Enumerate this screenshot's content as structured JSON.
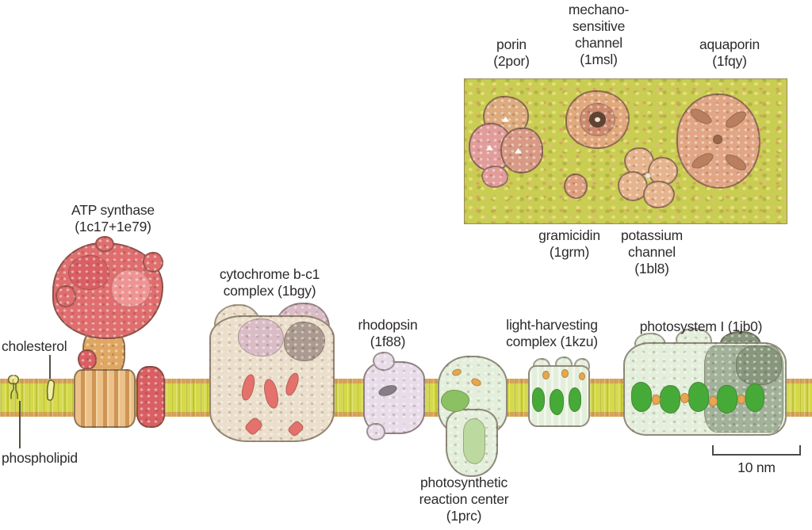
{
  "side_view": {
    "molecule_labels": {
      "cholesterol": "cholesterol",
      "phospholipid": "phospholipid"
    },
    "protein_labels": {
      "atp_synthase": [
        "ATP synthase",
        "(1c17+1e79)"
      ],
      "cytochrome_bc1": [
        "cytochrome b-c1",
        "complex (1bgy)"
      ],
      "rhodopsin": [
        "rhodopsin",
        "(1f88)"
      ],
      "photosynthetic_reaction_center": [
        "photosynthetic",
        "reaction center",
        "(1prc)"
      ],
      "light_harvesting_complex": [
        "light-harvesting",
        "complex (1kzu)"
      ],
      "photosystem_i": [
        "photosystem I (1jb0)"
      ]
    },
    "scale_bar_label": "10 nm"
  },
  "inset": {
    "protein_labels": {
      "porin": [
        "porin",
        "(2por)"
      ],
      "mechanosensitive_channel": [
        "mechano-",
        "sensitive",
        "channel",
        "(1msl)"
      ],
      "aquaporin": [
        "aquaporin",
        "(1fqy)"
      ],
      "gramicidin": [
        "gramicidin",
        "(1grm)"
      ],
      "potassium_channel": [
        "potassium",
        "channel",
        "(1bl8)"
      ]
    }
  },
  "colors": {
    "membrane_core": "#d5d94b",
    "membrane_head_groups": "#d7a257",
    "inset_background": "#c9cd53",
    "atp_synthase_head": "#e06e6e",
    "atp_synthase_stalk": "#e0a763",
    "cytochrome_body": "#ebdfcb",
    "heme_red": "#e4716b",
    "rhodopsin_body": "#e9dce9",
    "reaction_center_body": "#e3eedb",
    "chlorophyll_green": "#46aa38",
    "photosystem_sage": "#a2b199",
    "carotenoid_orange": "#e8a64e",
    "label_text": "#2e2a2b"
  }
}
